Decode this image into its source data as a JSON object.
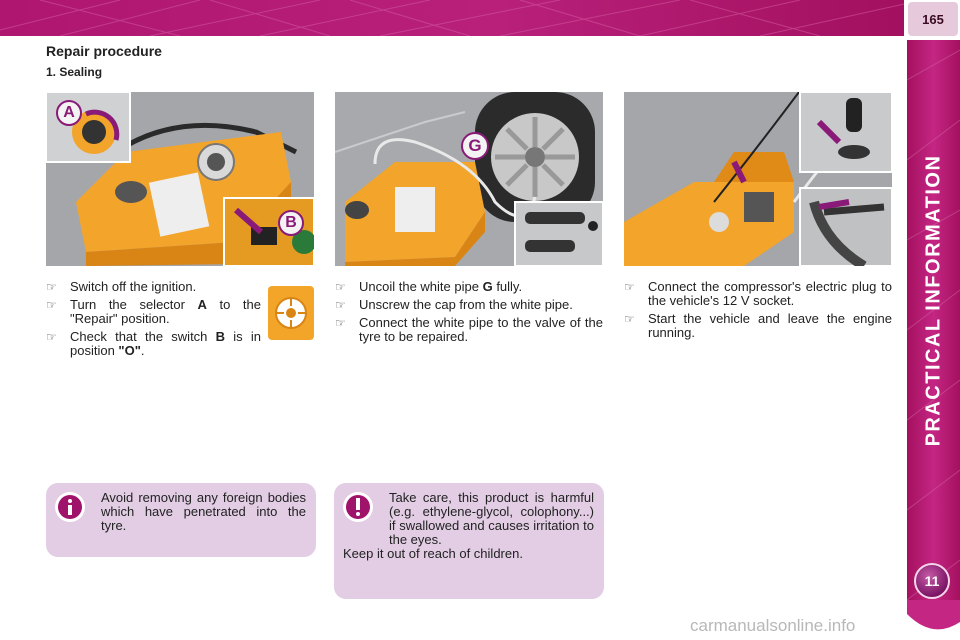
{
  "page": {
    "number": "165",
    "chapter_title": "PRACTICAL INFORMATION",
    "chapter_number": "11"
  },
  "section": {
    "title": "Repair procedure",
    "subtitle": "1. Sealing"
  },
  "illustrations": {
    "left_labels": [
      "A",
      "B"
    ],
    "middle_label": "G"
  },
  "columns": [
    {
      "steps": [
        {
          "text": "Switch off the ignition."
        },
        {
          "parts": [
            "Turn the selector ",
            "A",
            " to the \"Repair\" position."
          ]
        },
        {
          "parts": [
            "Check that the switch ",
            "B",
            " is in position ",
            "\"O\"",
            "."
          ]
        }
      ]
    },
    {
      "steps": [
        {
          "parts": [
            "Uncoil the white pipe ",
            "G",
            " fully."
          ]
        },
        {
          "text": "Unscrew the cap from the white pipe."
        },
        {
          "text": "Connect the white pipe to the valve of the tyre to be repaired."
        }
      ]
    },
    {
      "steps": [
        {
          "text": "Connect the compressor's electric plug to the vehicle's 12 V socket."
        },
        {
          "text": "Start the vehicle and leave the engine running."
        }
      ]
    }
  ],
  "notes": {
    "info": "Avoid removing any foreign bodies which have penetrated into the tyre.",
    "warning_line1": "Take care, this product is harmful (e.g. ethylene-glycol, colophony...) if swallowed and causes irritation to the eyes.",
    "warning_line2": "Keep it out of reach of children."
  },
  "watermark": "carmanualsonline.info",
  "colors": {
    "brand": "#b01a72",
    "note_bg": "#e2cde4",
    "compressor": "#f3a52a"
  }
}
